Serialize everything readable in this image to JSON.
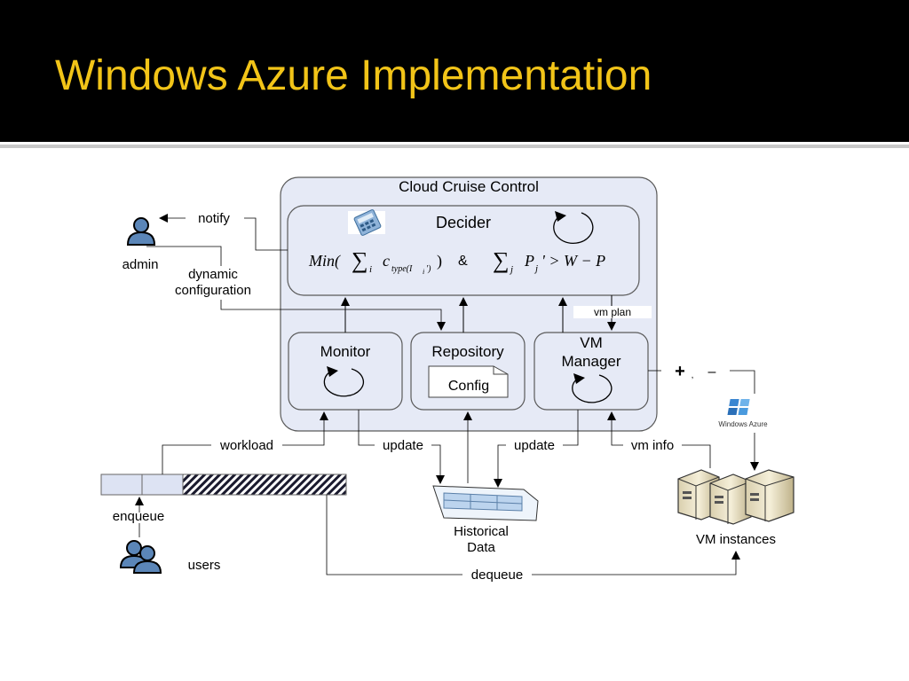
{
  "slide": {
    "title": "Windows Azure Implementation"
  },
  "diagram": {
    "controller_title": "Cloud Cruise Control",
    "decider_label": "Decider",
    "formula": {
      "min_prefix": "Min(",
      "sum1": "∑",
      "sub_i": "i",
      "c": "c",
      "sub_type": "type(I",
      "sub_i2": "i",
      "sub_close": "')",
      "close": ")",
      "amp": "&",
      "sum2": "∑",
      "sub_j": "j",
      "p": "P",
      "sub_j2": "j",
      "rhs": "' > W − P"
    },
    "monitor_label": "Monitor",
    "repository_label": "Repository",
    "config_label": "Config",
    "vm_manager_line1": "VM",
    "vm_manager_line2": "Manager",
    "vm_plan_label": "vm plan",
    "notify_label": "notify",
    "admin_label": "admin",
    "dynamic_config_line1": "dynamic",
    "dynamic_config_line2": "configuration",
    "workload_label": "workload",
    "update_label_1": "update",
    "update_label_2": "update",
    "vm_info_label": "vm info",
    "plus_label": "+",
    "comma_label": ",",
    "minus_label": "–",
    "azure_logo_text": "Windows Azure",
    "enqueue_label": "enqueue",
    "users_label": "users",
    "historical_line1": "Historical",
    "historical_line2": "Data",
    "vm_instances_label": "VM instances",
    "dequeue_label": "dequeue"
  },
  "colors": {
    "title_text": "#f2c418",
    "title_bar": "#000000",
    "box_fill": "#e6eaf6",
    "box_stroke": "#5a5a5a",
    "queue_fill": "#dde3f3",
    "person_fill": "#5b86b8"
  },
  "icons": [
    "calculator-icon",
    "cycle-arrow-icon",
    "admin-person-icon",
    "users-icon",
    "windows-azure-logo-icon",
    "server-icon",
    "database-icon"
  ]
}
